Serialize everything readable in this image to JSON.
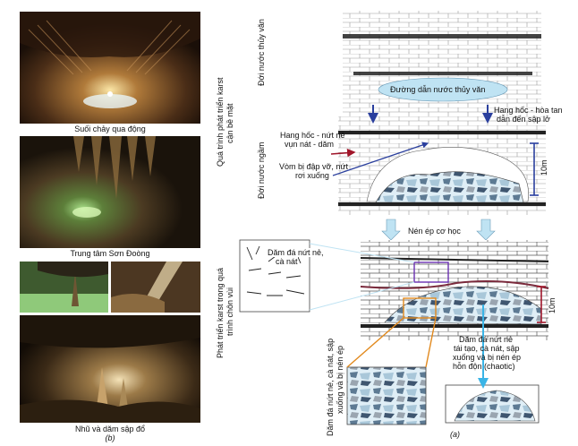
{
  "photos": {
    "cap1": "Suối chảy qua động",
    "cap2": "Trung tâm Sơn Đoòng",
    "cap3": "Nhũ và dăm sập đổ",
    "panel_b": "(b)"
  },
  "diagram": {
    "zone_vadose": "Đới nước thủy văn",
    "zone_phreatic": "Đới nước ngầm",
    "process_surface_line1": "Quá trình phát triển karst",
    "process_surface_line2": "cận bề mặt",
    "process_buried_line1": "Phát triển karst trong quá",
    "process_buried_line2": "trình chôn vùi",
    "water_channel": "Đường dẫn nước thủy văn",
    "cave_dissolve_line1": "Hang hốc - hòa tan",
    "cave_dissolve_line2": "dẫn đến sập lở",
    "cave_fracture_line1": "Hang hốc - nứt nẻ",
    "cave_fracture_line2": "vụn nát - dăm",
    "roof_collapse_line1": "Vòm bị đập vỡ, nứt",
    "roof_collapse_line2": "rơi xuống",
    "scale_top": "10m",
    "scale_bottom": "10m",
    "compaction": "Nén ép cơ học",
    "breccia_inset_line1": "Dăm đá nứt nẻ,",
    "breccia_inset_line2": "cà nát",
    "chaotic_line1": "Dăm đá nứt nẻ",
    "chaotic_line2": "tái tạo, cà nát, sập",
    "chaotic_line3": "xuống và bị nén ép",
    "chaotic_line4": "hỗn độn (chaotic)",
    "breccia_vert_line1": "Dăm đá nứt nẻ, cà nát, sập",
    "breccia_vert_line2": "xuống và bị nén ép",
    "panel_a": "(a)"
  },
  "colors": {
    "arrow_blue": "#2a3f9e",
    "arrow_red": "#a0162a",
    "frame_orange": "#e28a1e",
    "frame_purple": "#6a2fb0",
    "water_light": "#bfe3f3",
    "cyan_arrow": "#3ab4e6"
  }
}
